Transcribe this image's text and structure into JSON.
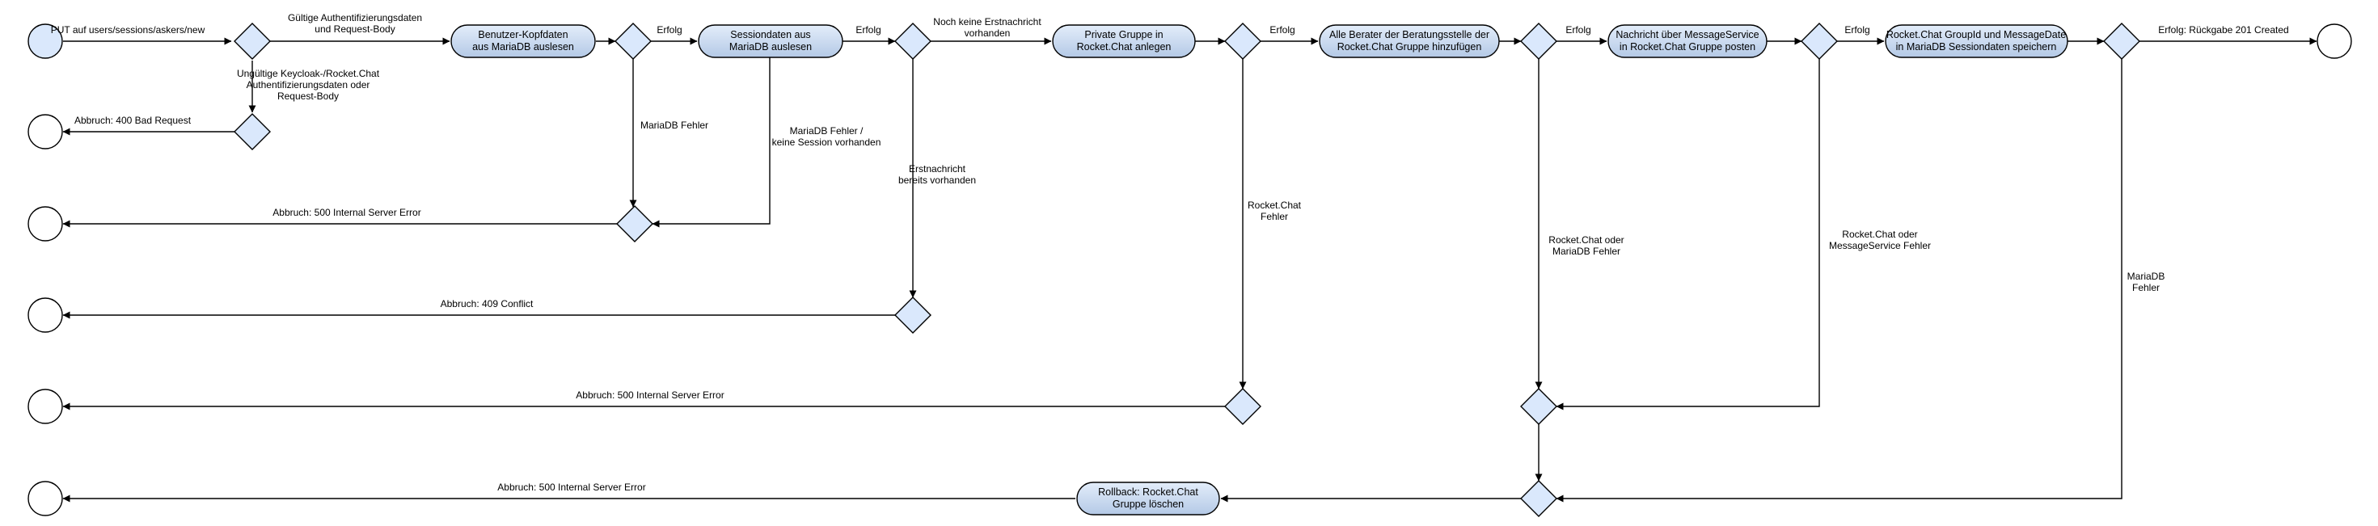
{
  "processes": {
    "p1": [
      "Benutzer-Kopfdaten",
      "aus MariaDB auslesen"
    ],
    "p2": [
      "Sessiondaten aus",
      "MariaDB auslesen"
    ],
    "p3": [
      "Private Gruppe in",
      "Rocket.Chat anlegen"
    ],
    "p4": [
      "Alle Berater der Beratungsstelle der",
      "Rocket.Chat Gruppe hinzufügen"
    ],
    "p5": [
      "Nachricht über MessageService",
      "in Rocket.Chat Gruppe posten"
    ],
    "p6": [
      "Rocket.Chat GroupId und MessageDate",
      "in MariaDB Sessiondaten speichern"
    ],
    "rollback": [
      "Rollback: Rocket.Chat",
      "Gruppe löschen"
    ]
  },
  "edge_labels": {
    "start": [
      "PUT auf users/sessions/askers/new"
    ],
    "valid_auth": [
      "Gültige Authentifizierungsdaten",
      "und Request-Body"
    ],
    "invalid_auth": [
      "Ungültige Keycloak-/Rocket.Chat",
      "Authentifizierungsdaten oder",
      "Request-Body"
    ],
    "abort_400": [
      "Abbruch: 400 Bad Request"
    ],
    "success_1": [
      "Erfolg"
    ],
    "mariadb_error": [
      "MariaDB Fehler"
    ],
    "success_2": [
      "Erfolg"
    ],
    "session_error": [
      "MariaDB Fehler /",
      "keine Session vorhanden"
    ],
    "no_first_message": [
      "Noch keine Erstnachricht",
      "vorhanden"
    ],
    "first_message_exists": [
      "Erstnachricht",
      "bereits vorhanden"
    ],
    "success_3": [
      "Erfolg"
    ],
    "rc_error": [
      "Rocket.Chat",
      "Fehler"
    ],
    "success_4": [
      "Erfolg"
    ],
    "rc_mariadb_error": [
      "Rocket.Chat oder",
      "MariaDB Fehler"
    ],
    "success_5": [
      "Erfolg"
    ],
    "rc_ms_error": [
      "Rocket.Chat oder",
      "MessageService Fehler"
    ],
    "final_success": [
      "Erfolg: Rückgabe 201 Created"
    ],
    "mariadb_error_2": [
      "MariaDB",
      "Fehler"
    ],
    "abort_500_a": [
      "Abbruch: 500 Internal Server Error"
    ],
    "abort_409": [
      "Abbruch: 409 Conflict"
    ],
    "abort_500_b": [
      "Abbruch: 500 Internal Server Error"
    ],
    "abort_500_c": [
      "Abbruch: 500 Internal Server Error"
    ]
  },
  "colors": {
    "diamond_fill": "#dae8fc",
    "process_fill_top": "#dae8fc",
    "process_fill_bottom": "#b4c9e6",
    "stroke": "#000000"
  }
}
